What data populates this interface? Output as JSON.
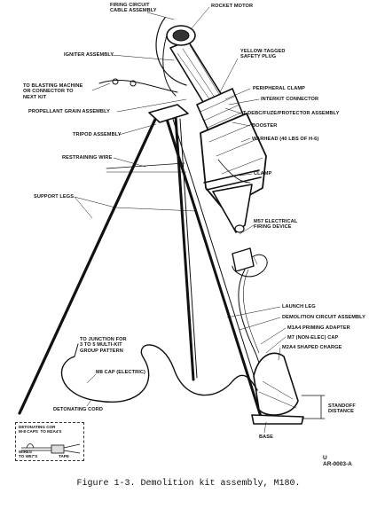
{
  "caption": "Figure 1-3.  Demolition kit assembly, M180.",
  "figure_code": "U\nAR-0003-A",
  "labels": {
    "firing_cable": "FIRING CIRCUIT\nCABLE ASSEMBLY",
    "rocket_motor": "ROCKET MOTOR",
    "igniter": "IGNITER ASSEMBLY",
    "safety_plug": "YELLOW-TAGGED\nSAFETY PLUG",
    "blasting_machine": "TO BLASTING MACHINE\nOR CONNECTOR TO\nNEXT KIT",
    "peripheral_clamp": "PERIPHERAL CLAMP",
    "interkit": "INTERKIT CONNECTOR",
    "propellant": "PROPELLANT GRAIN ASSEMBLY",
    "tdebc": "T-DEBC/FUZE/PROTECTOR ASSEMBLY",
    "booster": "BOOSTER",
    "tripod": "TRIPOD ASSEMBLY",
    "warhead": "WARHEAD (40 LBS OF H-6)",
    "restraining_wire": "RESTRAINING WIRE",
    "clamp": "CLAMP",
    "support_legs": "SUPPORT LEGS",
    "m57": "M57 ELECTRICAL\nFIRING DEVICE",
    "launch_leg": "LAUNCH LEG",
    "demolition_circuit": "DEMOLITION CIRCUIT ASSEMBLY",
    "junction": "TO JUNCTION FOR\n3 TO 5 MULTI-KIT\nGROUP PATTERN",
    "m1a4": "M1A4 PRIMING ADAPTER",
    "m7": "M7 (NON-ELEC) CAP",
    "m8": "M8 CAP (ELECTRIC)",
    "m2a4": "M2A4 SHAPED CHARGE",
    "standoff": "STANDOFF\nDISTANCE",
    "detonating_cord": "DETONATING CORD",
    "base": "BASE",
    "inset_title": "DETONATING COR\nM-8 CAPS  TO M2A4'S",
    "inset_wires": "WIRES\nTO W57'S",
    "inset_tape": "TAPE"
  }
}
